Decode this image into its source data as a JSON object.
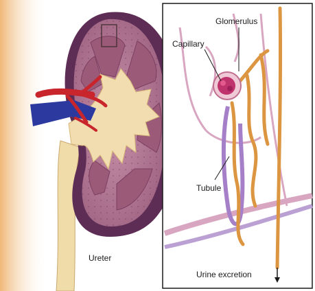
{
  "labels": {
    "glomerulus": "Glomerulus",
    "capillary": "Capillary",
    "tubule": "Tubule",
    "ureter": "Ureter",
    "urine_excretion": "Urine excretion"
  },
  "colors": {
    "cortex": "#b1768f",
    "capsule": "#5e2d55",
    "medulla_pyramid": "#9a5a78",
    "pelvis": "#f2ddb0",
    "ureter": "#f0dca8",
    "artery": "#c8252c",
    "vein": "#2c3aa0",
    "tubule": "#dc9540",
    "capillary": "#d8a6c0",
    "glomerulus": "#c0346e",
    "inset_border": "#1a1a1a"
  }
}
